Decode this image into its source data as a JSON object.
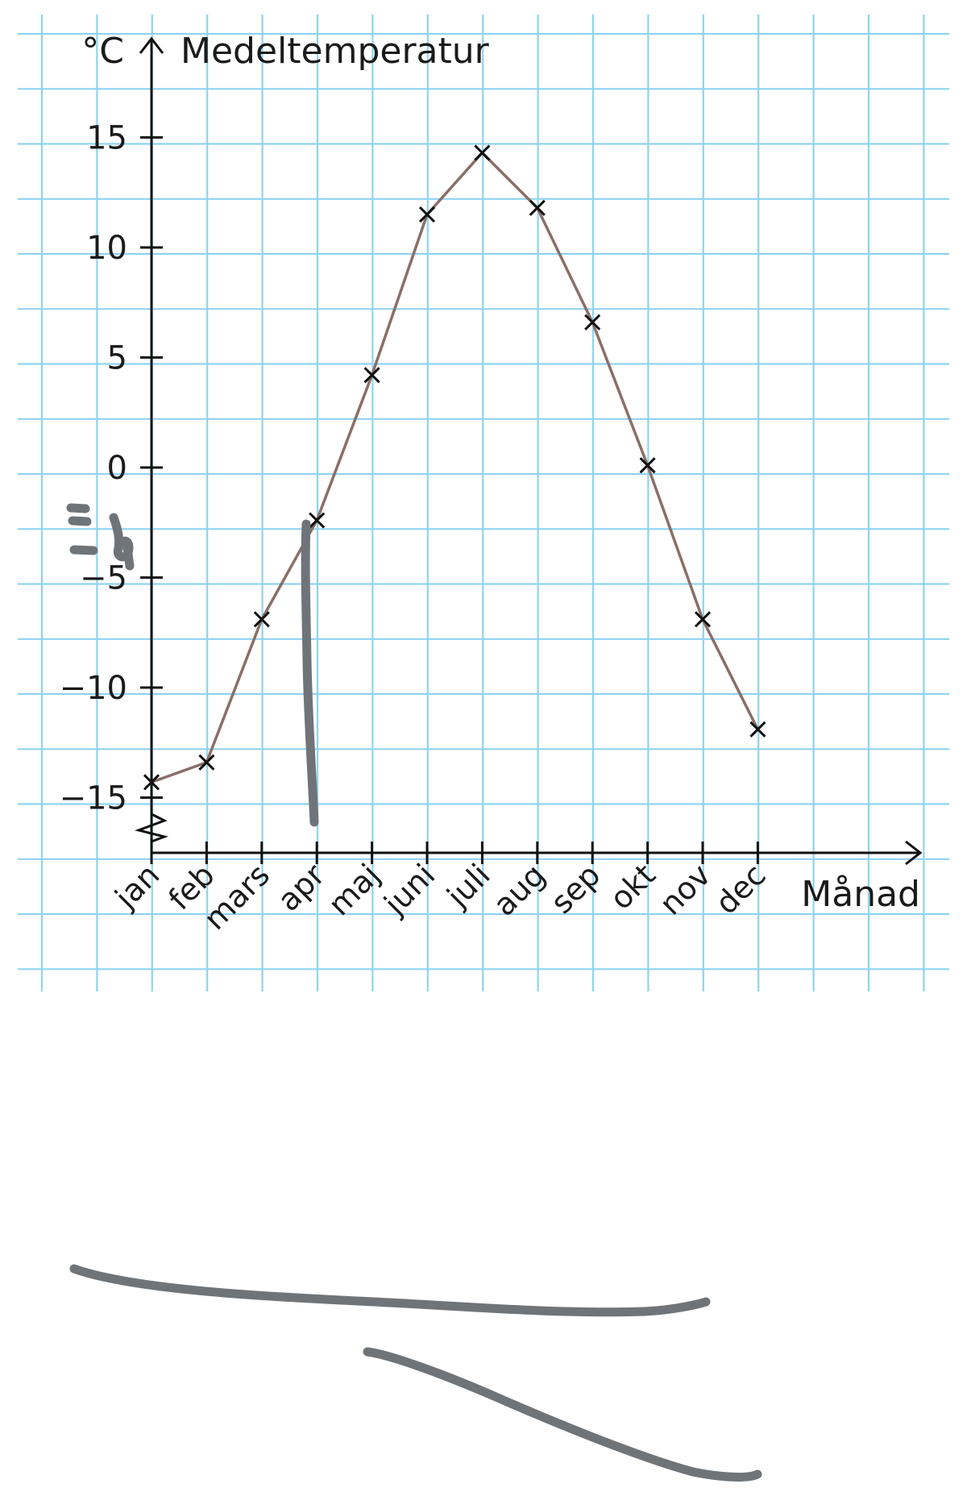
{
  "chart_data": {
    "type": "line",
    "title": "Medeltemperatur",
    "y_unit": "°C",
    "xlabel": "Månad",
    "categories": [
      "jan",
      "feb",
      "mars",
      "apr",
      "maj",
      "juni",
      "juli",
      "aug",
      "sep",
      "okt",
      "nov",
      "dec"
    ],
    "series": [
      {
        "values": [
          -14.3,
          -13.4,
          -6.9,
          -2.4,
          4.2,
          11.5,
          14.3,
          11.8,
          6.6,
          0.1,
          -6.9,
          -11.9
        ]
      }
    ],
    "y_ticks": [
      15,
      10,
      5,
      0,
      -5,
      -10,
      -15
    ],
    "y_tick_labels": [
      "15",
      "10",
      "5",
      "0",
      "−5",
      "−10",
      "−15"
    ],
    "ylim": [
      -17.5,
      18.5
    ],
    "grid": true,
    "y_axis_break": true,
    "marker": "x",
    "colors": {
      "grid": "#8fd3f0",
      "line": "#8a6f68",
      "axis": "#111111",
      "annotation": "#6f7479"
    }
  }
}
